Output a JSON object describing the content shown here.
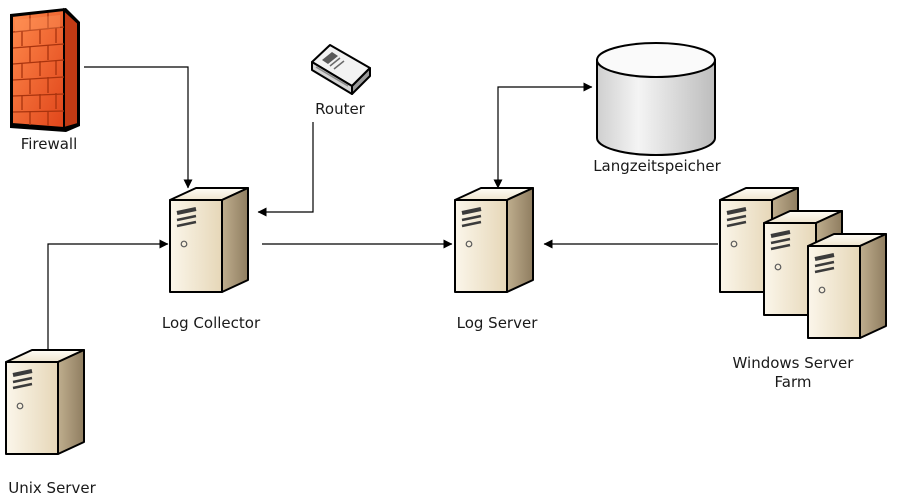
{
  "nodes": {
    "firewall": {
      "label": "Firewall",
      "icon": "firewall-icon"
    },
    "router": {
      "label": "Router",
      "icon": "router-icon"
    },
    "log_collector": {
      "label": "Log Collector",
      "icon": "server-icon"
    },
    "log_server": {
      "label": "Log Server",
      "icon": "server-icon"
    },
    "storage": {
      "label": "Langzeitspeicher",
      "icon": "database-icon"
    },
    "windows_farm": {
      "label_line1": "Windows Server",
      "label_line2": "Farm",
      "icon": "server-farm-icon"
    },
    "unix_server": {
      "label": "Unix Server",
      "icon": "server-icon"
    }
  },
  "edges": [
    {
      "from": "Firewall",
      "to": "Log Collector",
      "direction": "forward"
    },
    {
      "from": "Router",
      "to": "Log Collector",
      "direction": "forward"
    },
    {
      "from": "Unix Server",
      "to": "Log Collector",
      "direction": "forward"
    },
    {
      "from": "Log Collector",
      "to": "Log Server",
      "direction": "forward"
    },
    {
      "from": "Windows Server Farm",
      "to": "Log Server",
      "direction": "forward"
    },
    {
      "from": "Log Server",
      "to": "Langzeitspeicher",
      "direction": "both"
    }
  ],
  "colors": {
    "server_front": "#f3ead6",
    "server_side": "#a89779",
    "firewall": "#ff6a2a",
    "storage": "#e2e2e2",
    "connector": "#000000"
  }
}
